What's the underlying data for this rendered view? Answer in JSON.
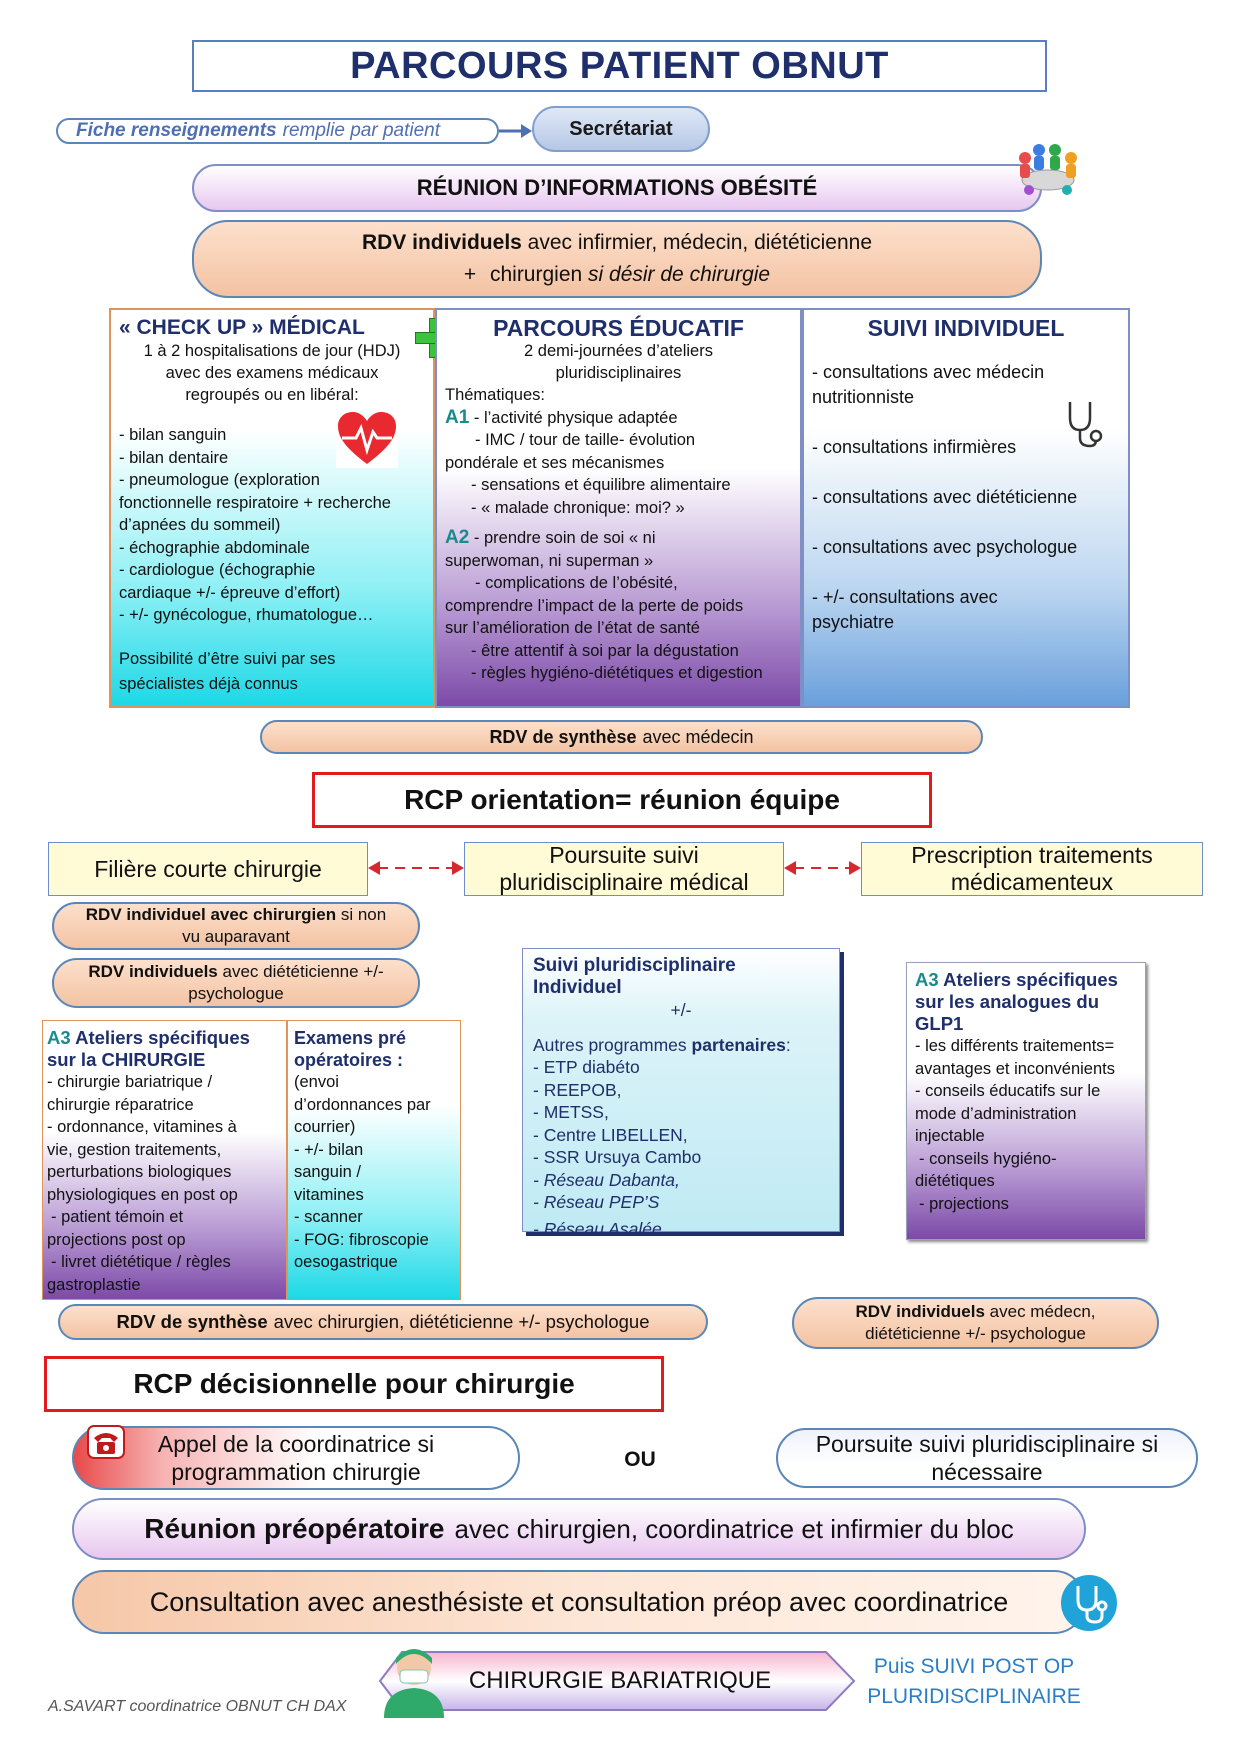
{
  "title": "PARCOURS PATIENT OBNUT",
  "fiche": {
    "bold": "Fiche renseignements",
    "rest": "remplie par patient"
  },
  "secretariat": "Secrétariat",
  "reunion_info": "RÉUNION D’INFORMATIONS OBÉSITÉ",
  "rdv_individuels": {
    "line1_bold": "RDV individuels",
    "line1_rest": "avec infirmier, médecin, diététicienne",
    "line2_plus": "+",
    "line2_text": "chirurgien",
    "line2_italic": "si désir de chirurgie"
  },
  "checkup": {
    "title": "« CHECK UP » MÉDICAL",
    "intro": [
      "1 à 2 hospitalisations de jour (HDJ)",
      "avec des examens médicaux",
      "regroupés ou en libéral:"
    ],
    "items": [
      "- bilan sanguin",
      "- bilan dentaire",
      "- pneumologue (exploration",
      "fonctionnelle respiratoire + recherche",
      "d’apnées du sommeil)",
      "- échographie abdominale",
      "- cardiologue (échographie",
      "cardiaque +/- épreuve d’effort)",
      "- +/- gynécologue, rhumatologue…"
    ],
    "note": [
      "Possibilité d’être suivi par ses",
      "spécialistes déjà connus"
    ]
  },
  "educatif": {
    "title": "PARCOURS ÉDUCATIF",
    "intro": [
      "2 demi-journées d’ateliers",
      "pluridisciplinaires"
    ],
    "them": "Thématiques:",
    "a1_label": "A1",
    "a1": [
      "- l’activité physique adaptée",
      "- IMC / tour de taille- évolution",
      "pondérale et ses mécanismes",
      "- sensations et équilibre alimentaire",
      "- « malade chronique: moi? »"
    ],
    "a2_label": "A2",
    "a2": [
      "- prendre soin de soi « ni",
      "superwoman, ni superman »",
      "- complications de l’obésité,",
      "comprendre l’impact de la perte de poids",
      "sur l’amélioration de l’état de santé",
      "- être attentif à soi par la dégustation",
      "- règles hygiéno-diététiques et digestion"
    ]
  },
  "suivi": {
    "title": "SUIVI INDIVIDUEL",
    "items": [
      "- consultations avec médecin",
      "nutritionniste",
      "- consultations infirmières",
      "- consultations avec diététicienne",
      "- consultations avec psychologue",
      "- +/- consultations avec",
      "psychiatre"
    ]
  },
  "rdv_synthese1": {
    "bold": "RDV de synthèse",
    "rest": "avec médecin"
  },
  "rcp_orientation": "RCP orientation= réunion équipe",
  "filiere": "Filière courte chirurgie",
  "poursuite": [
    "Poursuite suivi",
    "pluridisciplinaire médical"
  ],
  "prescription": [
    "Prescription traitements",
    "médicamenteux"
  ],
  "rdv_chir": {
    "bold": "RDV individuel avec chirurgien",
    "rest": "si non",
    "line2": "vu auparavant"
  },
  "rdv_diet": {
    "bold": "RDV individuels",
    "rest": "avec diététicienne +/-",
    "line2": "psychologue"
  },
  "a3_chir": {
    "label": "A3",
    "title1": "Ateliers spécifiques",
    "title2": "sur la CHIRURGIE",
    "lines": [
      "- chirurgie bariatrique /",
      "chirurgie réparatrice",
      "- ordonnance, vitamines à",
      "vie, gestion traitements,",
      "perturbations biologiques",
      "physiologiques en post op",
      "- patient témoin et",
      "projections post op",
      "- livret diététique / règles",
      "gastroplastie"
    ]
  },
  "examens": {
    "title1": "Examens pré",
    "title2": "opératoires :",
    "lines": [
      "(envoi",
      "d’ordonnances par",
      "courrier)",
      "- +/- bilan",
      "sanguin /",
      "vitamines",
      "- scanner",
      "- FOG: fibroscopie",
      "oesogastrique"
    ]
  },
  "suivi_pluri": {
    "title1": "Suivi pluridisciplinaire",
    "title2": "Individuel",
    "pm": "+/-",
    "autres": "Autres programmes",
    "partenaires": "partenaires",
    "colon": ":",
    "items": [
      "- ETP diabéto",
      "- REEPOB,",
      "- METSS,",
      "- Centre LIBELLEN,",
      "- SSR Ursuya Cambo",
      "- Réseau Dabanta,",
      "- Réseau PEP’S",
      "- Réseau Asalée…"
    ]
  },
  "a3_glp": {
    "label": "A3",
    "title1": "Ateliers spécifiques",
    "title2": "sur les analogues du",
    "title3": "GLP1",
    "lines": [
      "- les différents traitements=",
      "avantages et inconvénients",
      "- conseils éducatifs sur le",
      "mode d’administration",
      "injectable",
      "- conseils hygiéno-",
      "diététiques",
      "- projections"
    ]
  },
  "rdv_synthese2": {
    "bold": "RDV de synthèse",
    "rest": "avec chirurgien, diététicienne +/- psychologue"
  },
  "rdv_medecin": {
    "bold": "RDV individuels",
    "rest": "avec médecn,",
    "line2": "diététicienne +/- psychologue"
  },
  "rcp_decision": "RCP décisionnelle pour chirurgie",
  "appel": [
    "Appel de la coordinatrice si",
    "programmation chirurgie"
  ],
  "ou": "OU",
  "poursuite2": [
    "Poursuite suivi pluridisciplinaire si",
    "nécessaire"
  ],
  "reunion_preop": {
    "bold": "Réunion préopératoire",
    "rest": "avec chirurgien, coordinatrice et infirmier du bloc"
  },
  "consultation": "Consultation avec anesthésiste et consultation préop avec coordinatrice",
  "chirurgie": "CHIRURGIE BARIATRIQUE",
  "puis": [
    "Puis SUIVI POST OP",
    "PLURIDISCIPLINAIRE"
  ],
  "footer": "A.SAVART coordinatrice OBNUT CH DAX",
  "colors": {
    "navy": "#1f2f6b",
    "teal": "#1a8a8a",
    "red": "#e01b1b",
    "green": "#3cc33c"
  }
}
